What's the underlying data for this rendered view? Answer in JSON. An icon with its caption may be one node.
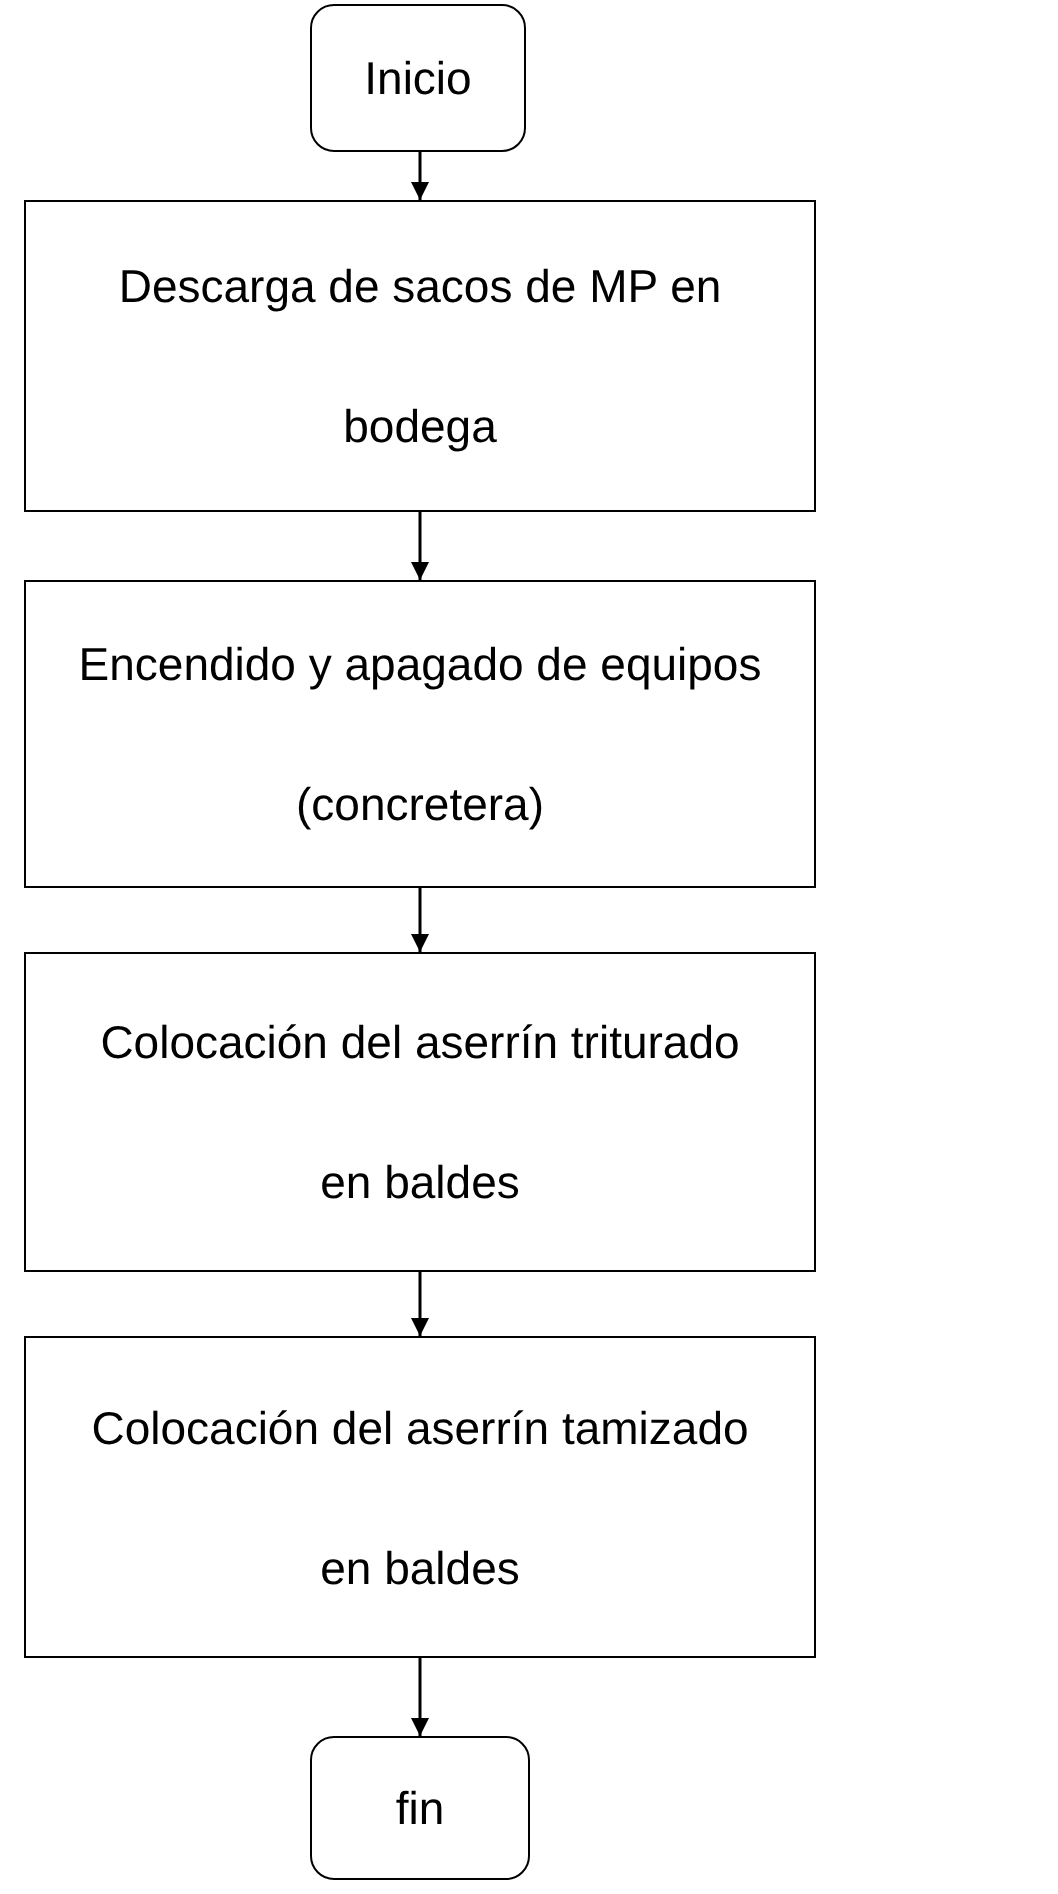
{
  "diagram": {
    "nodes": [
      {
        "text": [
          "Inicio"
        ]
      },
      {
        "text": [
          "Descarga de sacos de MP en bodega"
        ]
      },
      {
        "text": [
          "Encendido y apagado de equipos (concretera)"
        ]
      },
      {
        "text": [
          "Colocación del aserrín triturado en baldes"
        ]
      },
      {
        "text": [
          "Colocación del aserrín tamizado en baldes"
        ]
      },
      {
        "text": [
          "fin"
        ]
      }
    ],
    "edges": [
      {
        "from": 0,
        "to": 1,
        "arrow": "to"
      },
      {
        "from": 1,
        "to": 2,
        "arrow": "to"
      },
      {
        "from": 2,
        "to": 3,
        "arrow": "to"
      },
      {
        "from": 3,
        "to": 4,
        "arrow": "to"
      },
      {
        "from": 4,
        "to": 5,
        "arrow": "to"
      }
    ]
  }
}
